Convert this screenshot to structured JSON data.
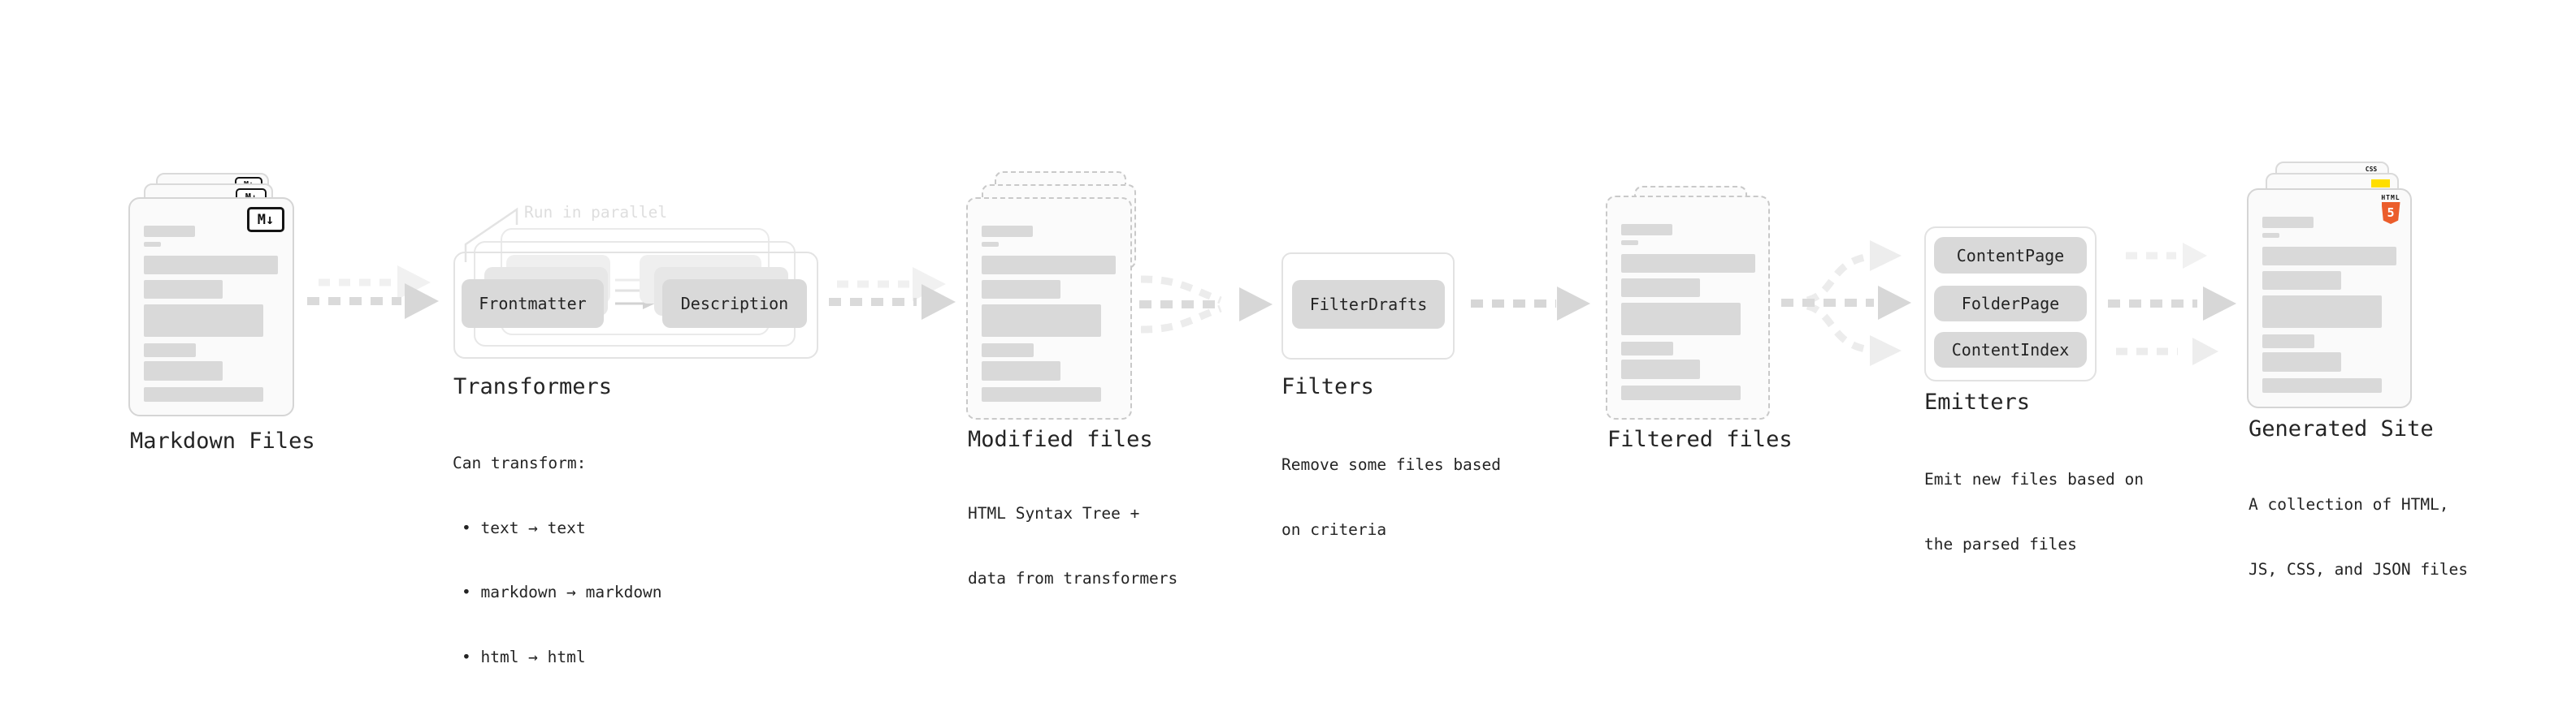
{
  "palette": {
    "background": "#ffffff",
    "ink": "#242424",
    "skeleton_gray": "#d9d9d9",
    "pill_gray": "#d9d9d9",
    "arrow_gray": "#d9d9d9",
    "arrow_ghost_gray": "#f0f0f0",
    "annotation_gray": "#dedede",
    "js_yellow": "#ffde00",
    "css_blue": "#2e62e0",
    "html5_orange": "#eb5d2b"
  },
  "markdown": {
    "title": "Markdown Files",
    "badge": "M↓"
  },
  "transformers": {
    "title": "Transformers",
    "annotation": "Run in parallel",
    "frontmatter": "Frontmatter",
    "description": "Description",
    "intro": "Can transform:",
    "bullet1": "• text → text",
    "bullet2": "• markdown → markdown",
    "bullet3": "• html → html"
  },
  "modified": {
    "title": "Modified files",
    "line1": "HTML Syntax Tree +",
    "line2": "data from transformers"
  },
  "filters": {
    "title": "Filters",
    "pill": "FilterDrafts",
    "line1": "Remove some files based",
    "line2": "on criteria"
  },
  "filtered": {
    "title": "Filtered files"
  },
  "emitters": {
    "title": "Emitters",
    "pill1": "ContentPage",
    "pill2": "FolderPage",
    "pill3": "ContentIndex",
    "line1": "Emit new files based on",
    "line2": "the parsed files"
  },
  "generated": {
    "title": "Generated Site",
    "line1": "A collection of HTML,",
    "line2": "JS, CSS, and JSON files",
    "css_badge": "CSS",
    "html_badge_label": "HTML",
    "html_badge_number": "5"
  }
}
